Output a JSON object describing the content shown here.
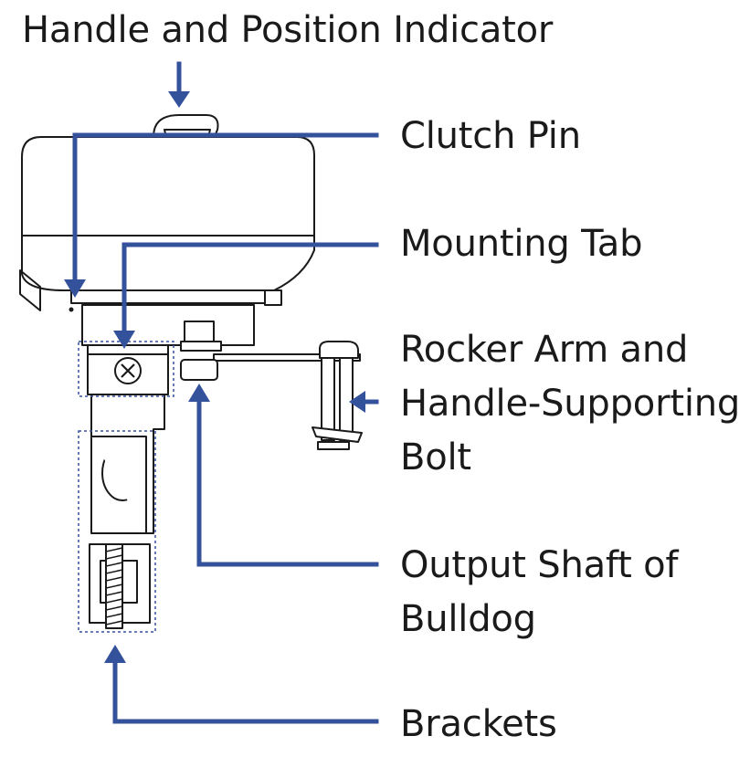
{
  "labels": {
    "handle": "Handle and Position Indicator",
    "clutch_pin": "Clutch Pin",
    "mounting_tab": "Mounting Tab",
    "rocker_arm": "Rocker Arm and\nHandle-Supporting\nBolt",
    "output_shaft": "Output Shaft of\nBulldog",
    "brackets": "Brackets"
  },
  "colors": {
    "leader": "#34519c",
    "outline": "#1a1a1a",
    "body": "#ffffff",
    "text": "#1a1a1a"
  }
}
